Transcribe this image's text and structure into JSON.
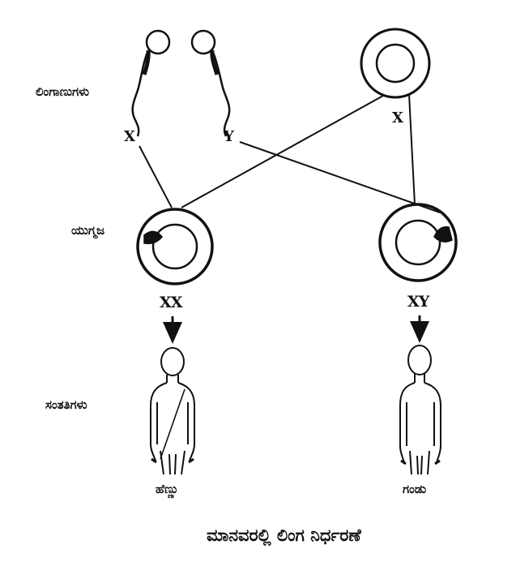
{
  "labels": {
    "gametes": "ಲಿಂಗಾಣುಗಳು",
    "zygote": "ಯುಗ್ಮಜ",
    "offspring": "ಸಂತತಿಗಳು"
  },
  "chromosomes": {
    "sperm_x": "X",
    "sperm_y": "Y",
    "egg_x": "X"
  },
  "zygotes": {
    "female": "XX",
    "male": "XY"
  },
  "children": {
    "female": "ಹೆಣ್ಣು",
    "male": "ಗಂಡು"
  },
  "caption": "ಮಾನವರಲ್ಲಿ ಲಿಂಗ ನಿರ್ಧರಣೆ",
  "colors": {
    "ink": "#111111",
    "paper": "#ffffff"
  }
}
